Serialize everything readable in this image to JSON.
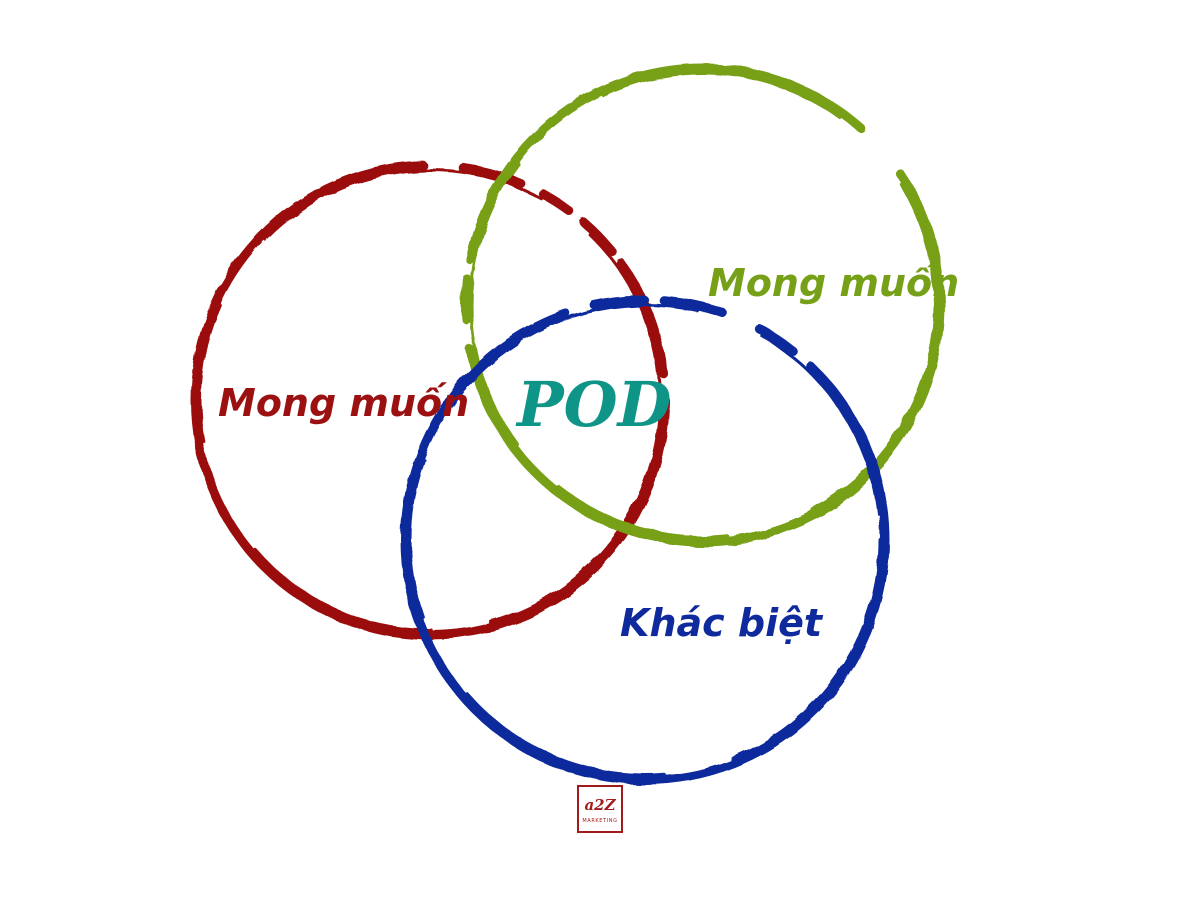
{
  "colors": {
    "red": "#9b1111",
    "green": "#77a019",
    "blue": "#0f2a9c",
    "center": "#0f9488",
    "logo": "#a21b1b"
  },
  "labels": {
    "left": "Mong muốn",
    "right": "Mong muốn",
    "bottom": "Khác biệt",
    "center": "POD"
  },
  "logo": {
    "main": "a2Z",
    "sub": "MARKETING"
  }
}
